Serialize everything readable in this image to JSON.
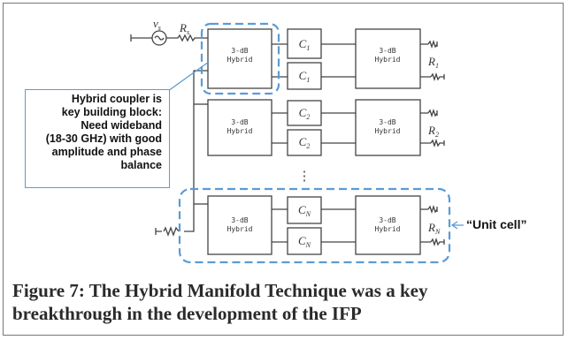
{
  "source": {
    "v": "v",
    "v_sub": "s",
    "r": "R",
    "r_sub": "s"
  },
  "hybrid_label": [
    "3-dB",
    "Hybrid"
  ],
  "rows": [
    {
      "c_top": "C",
      "c_top_sub": "1",
      "c_bot": "C",
      "c_bot_sub": "1",
      "r": "R",
      "r_sub": "1"
    },
    {
      "c_top": "C",
      "c_top_sub": "2",
      "c_bot": "C",
      "c_bot_sub": "2",
      "r": "R",
      "r_sub": "2"
    },
    {
      "c_top": "C",
      "c_top_sub": "N",
      "c_bot": "C",
      "c_bot_sub": "N",
      "r": "R",
      "r_sub": "N"
    }
  ],
  "ellipsis": "⋮",
  "callout": [
    "Hybrid coupler is",
    "key building block:",
    "Need wideband",
    "(18-30 GHz) with good",
    "amplitude and phase",
    "balance"
  ],
  "unit_cell_label": "“Unit cell”",
  "caption": [
    "Figure 7: The Hybrid Manifold Technique was a key",
    "breakthrough in the development of the IFP"
  ],
  "colors": {
    "highlight": "#5b9bd5",
    "line": "#444444",
    "caption": "#2a2a2a"
  }
}
